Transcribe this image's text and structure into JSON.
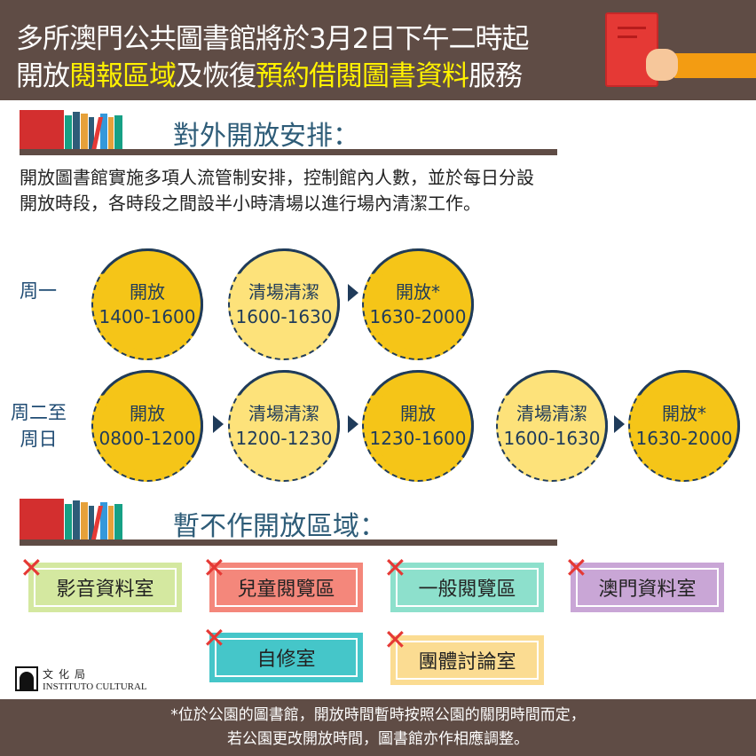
{
  "header": {
    "line1": "多所澳門公共圖書館將於3月2日下午二時起",
    "line2_a": "開放",
    "line2_b": "閱報區域",
    "line2_c": "及恢復",
    "line2_d": "預約借閱圖書資料",
    "line2_e": "服務"
  },
  "section1": {
    "title": "對外開放安排：",
    "desc1": "開放圖書館實施多項人流管制安排，控制館內人數，並於每日分設",
    "desc2": "開放時段，各時段之間設半小時清場以進行場內清潔工作。"
  },
  "schedule": [
    {
      "day": "周一",
      "slots": [
        {
          "label": "開放",
          "time": "1400-1600"
        },
        {
          "label": "清場清潔",
          "time": "1600-1630"
        },
        {
          "label": "開放*",
          "time": "1630-2000"
        }
      ]
    },
    {
      "day1": "周二至",
      "day2": "周日",
      "slots": [
        {
          "label": "開放",
          "time": "0800-1200"
        },
        {
          "label": "清場清潔",
          "time": "1200-1230"
        },
        {
          "label": "開放",
          "time": "1230-1600"
        },
        {
          "label": "清場清潔",
          "time": "1600-1630"
        },
        {
          "label": "開放*",
          "time": "1630-2000"
        }
      ]
    }
  ],
  "section2": {
    "title": "暫不作開放區域：",
    "areas": [
      "影音資料室",
      "兒童閱覽區",
      "一般閱覽區",
      "澳門資料室",
      "自修室",
      "團體討論室"
    ]
  },
  "logo": {
    "zh": "文化局",
    "en": "INSTITUTO CULTURAL"
  },
  "footer": {
    "line1": "*位於公園的圖書館，開放時間暫時按照公園的關閉時間而定，",
    "line2": "若公園更改開放時間，圖書館亦作相應調整。"
  },
  "colors": {
    "header_bg": "#5f4c45",
    "highlight": "#fff200",
    "open": "#f5c518",
    "clean": "#fde27a",
    "cross": "#e53935"
  }
}
